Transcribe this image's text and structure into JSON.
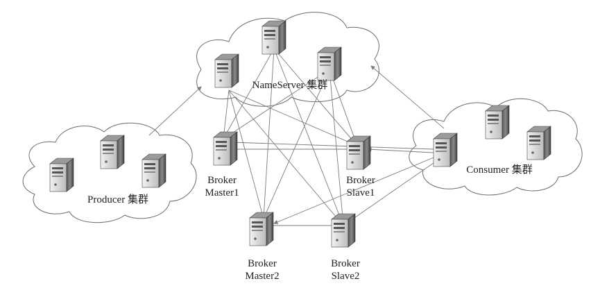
{
  "clusters": {
    "nameserver": {
      "label": "NameServer 集群"
    },
    "producer": {
      "label": "Producer 集群"
    },
    "consumer": {
      "label": "Consumer 集群"
    }
  },
  "brokers": {
    "master1": {
      "line1": "Broker",
      "line2": "Master1"
    },
    "slave1": {
      "line1": "Broker",
      "line2": "Slave1"
    },
    "master2": {
      "line1": "Broker",
      "line2": "Master2"
    },
    "slave2": {
      "line1": "Broker",
      "line2": "Slave2"
    }
  },
  "colors": {
    "line": "#7a7a7a",
    "cloud": "#6b6b6b",
    "server_dark": "#4a4a4a",
    "server_light": "#d9d9d9"
  }
}
